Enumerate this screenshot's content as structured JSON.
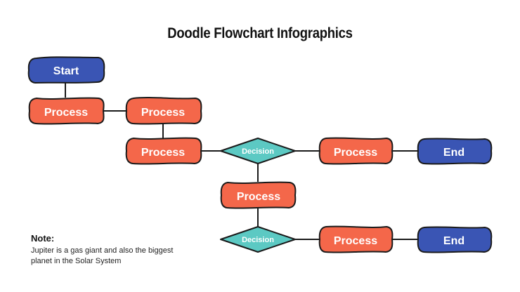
{
  "title": "Doodle Flowchart Infographics",
  "colors": {
    "terminal": "#3a55b4",
    "process": "#f4674a",
    "decision": "#5cc9c3",
    "outline": "#1a1a1a"
  },
  "nodes": {
    "start": "Start",
    "process_1": "Process",
    "process_2": "Process",
    "process_3": "Process",
    "decision_1": "Decision",
    "process_4": "Process",
    "end_1": "End",
    "process_5": "Process",
    "decision_2": "Decision",
    "process_6": "Process",
    "end_2": "End"
  },
  "note": {
    "title": "Note:",
    "body": "Jupiter is a gas giant and also the biggest planet in the Solar System"
  }
}
